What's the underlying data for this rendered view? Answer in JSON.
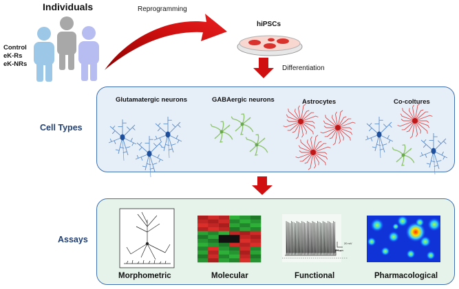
{
  "individuals_title": "Individuals",
  "groups": [
    "Control",
    "eK-Rs",
    "eK-NRs"
  ],
  "reprogramming_label": "Reprogramming",
  "hipsc_label": "hiPSCs",
  "differentiation_label": "Differentiation",
  "cell_types": {
    "section_label": "Cell Types",
    "items": [
      "Glutamatergic neurons",
      "GABAergic neurons",
      "Astrocytes",
      "Co-coltures"
    ]
  },
  "assays": {
    "section_label": "Assays",
    "items": [
      "Morphometric",
      "Molecular",
      "Functional",
      "Pharmacological"
    ]
  },
  "functional_scale": {
    "voltage": "20 mV",
    "time": "500 ms"
  },
  "colors": {
    "panel_border": "#3d6fb2",
    "cell_panel_bg": "#e6eef8",
    "assay_panel_bg": "#e6f3ea",
    "arrow_red": "#d01010",
    "glutamatergic": "#5b8cc8",
    "gabaergic": "#8cc46a",
    "astrocyte": "#e04848",
    "section_label": "#1f3f75"
  }
}
